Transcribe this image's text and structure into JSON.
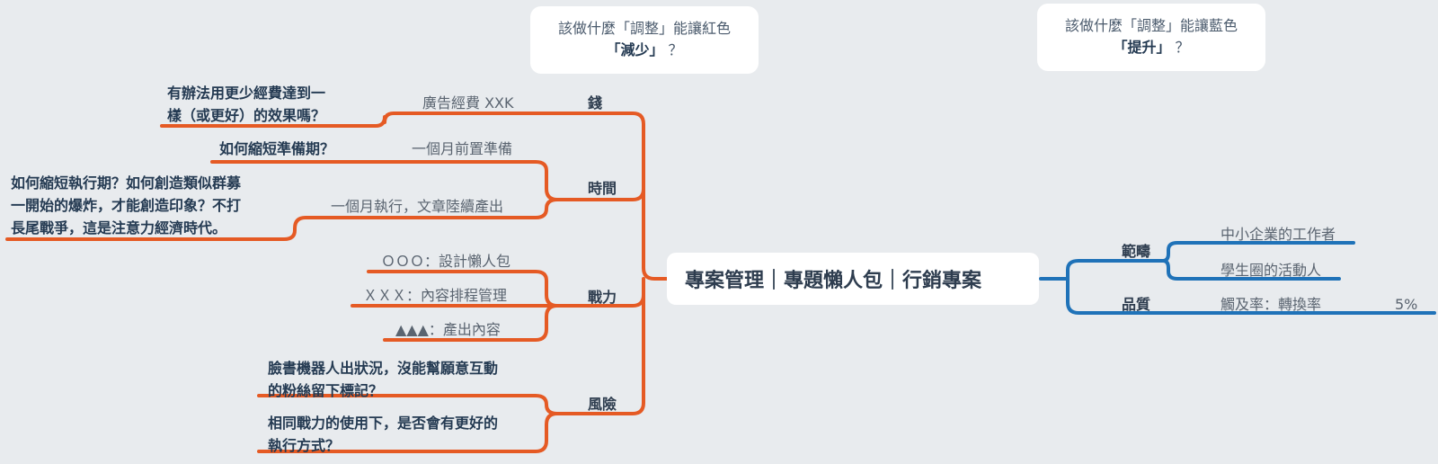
{
  "central_topic": "專案管理｜專題懶人包｜行銷專案",
  "colors": {
    "red": "#e55a24",
    "blue": "#1f72b8"
  },
  "notes": {
    "red": {
      "line1": "該做什麼「調整」能讓紅色",
      "highlight": "「減少」",
      "suffix": "？"
    },
    "blue": {
      "line1": "該做什麼「調整」能讓藍色",
      "highlight": "「提升」",
      "suffix": "？"
    }
  },
  "left": {
    "money": {
      "label": "錢",
      "items": [
        {
          "text": "廣告經費 XXK",
          "question": [
            "有辦法用更少經費達到一",
            "樣（或更好）的效果嗎？"
          ]
        }
      ]
    },
    "time": {
      "label": "時間",
      "items": [
        {
          "text": "一個月前置準備",
          "question": [
            "如何縮短準備期？"
          ]
        },
        {
          "text": "一個月執行，文章陸續產出",
          "question": [
            "如何縮短執行期？如何創造類似群募",
            "一開始的爆炸，才能創造印象？不打",
            "長尾戰爭，這是注意力經濟時代。"
          ]
        }
      ]
    },
    "manpower": {
      "label": "戰力",
      "items": [
        "ＯＯＯ：設計懶人包",
        "ＸＸＸ：內容排程管理",
        "▲▲▲：產出內容"
      ]
    },
    "risk": {
      "label": "風險",
      "items": [
        [
          "臉書機器人出狀況，沒能幫願意互動",
          "的粉絲留下標記？"
        ],
        [
          "相同戰力的使用下，是否會有更好的",
          "執行方式？"
        ]
      ]
    }
  },
  "right": {
    "scope": {
      "label": "範疇",
      "items": [
        "中小企業的工作者",
        "學生圈的活動人"
      ]
    },
    "quality": {
      "label": "品質",
      "item": "觸及率：轉換率",
      "value": "5%"
    }
  }
}
